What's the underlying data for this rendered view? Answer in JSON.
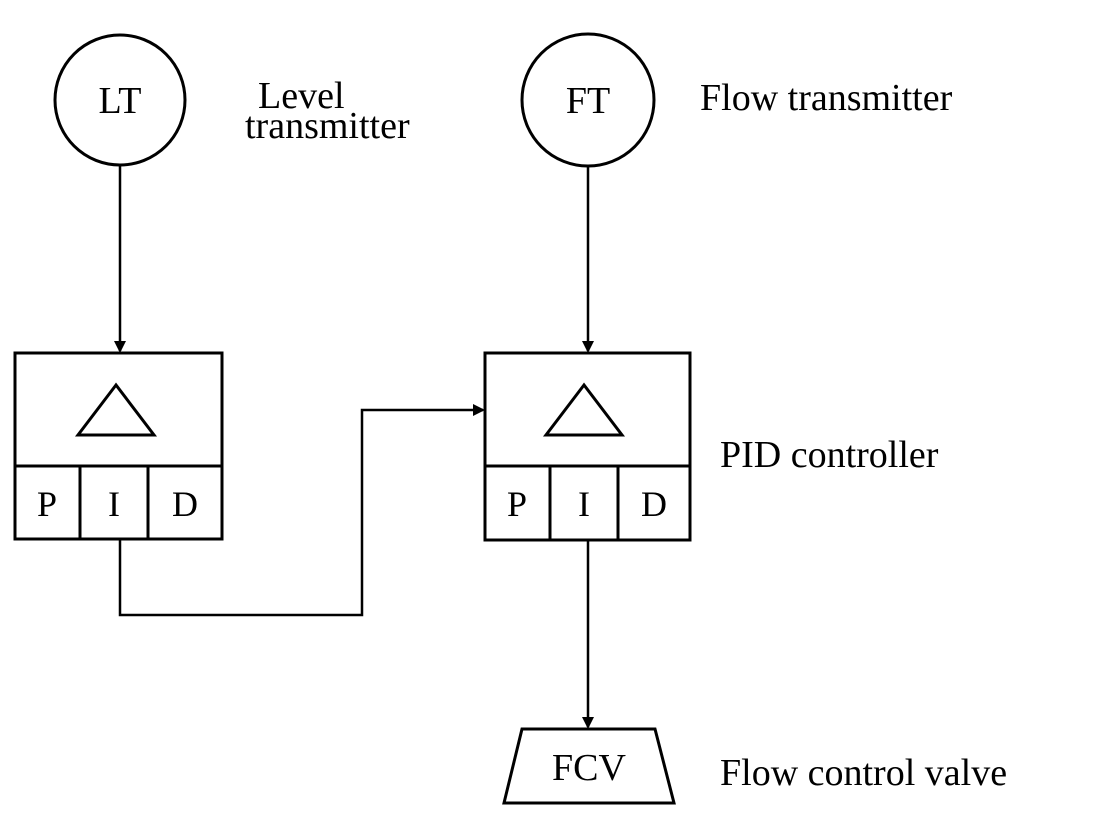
{
  "nodes": {
    "lt": {
      "symbol": "LT",
      "label_line1": "Level",
      "label_line2": "transmitter"
    },
    "ft": {
      "symbol": "FT",
      "label": "Flow transmitter"
    },
    "pid_left": {
      "cells": [
        "P",
        "I",
        "D"
      ]
    },
    "pid_right": {
      "cells": [
        "P",
        "I",
        "D"
      ],
      "label": "PID controller"
    },
    "fcv": {
      "symbol": "FCV",
      "label": "Flow control valve"
    }
  },
  "edges": [
    {
      "from": "LT",
      "to": "left controller"
    },
    {
      "from": "left controller I",
      "to": "right controller"
    },
    {
      "from": "FT",
      "to": "right controller"
    },
    {
      "from": "right controller I",
      "to": "FCV"
    }
  ],
  "colors": {
    "stroke": "#000000",
    "background": "#ffffff"
  }
}
